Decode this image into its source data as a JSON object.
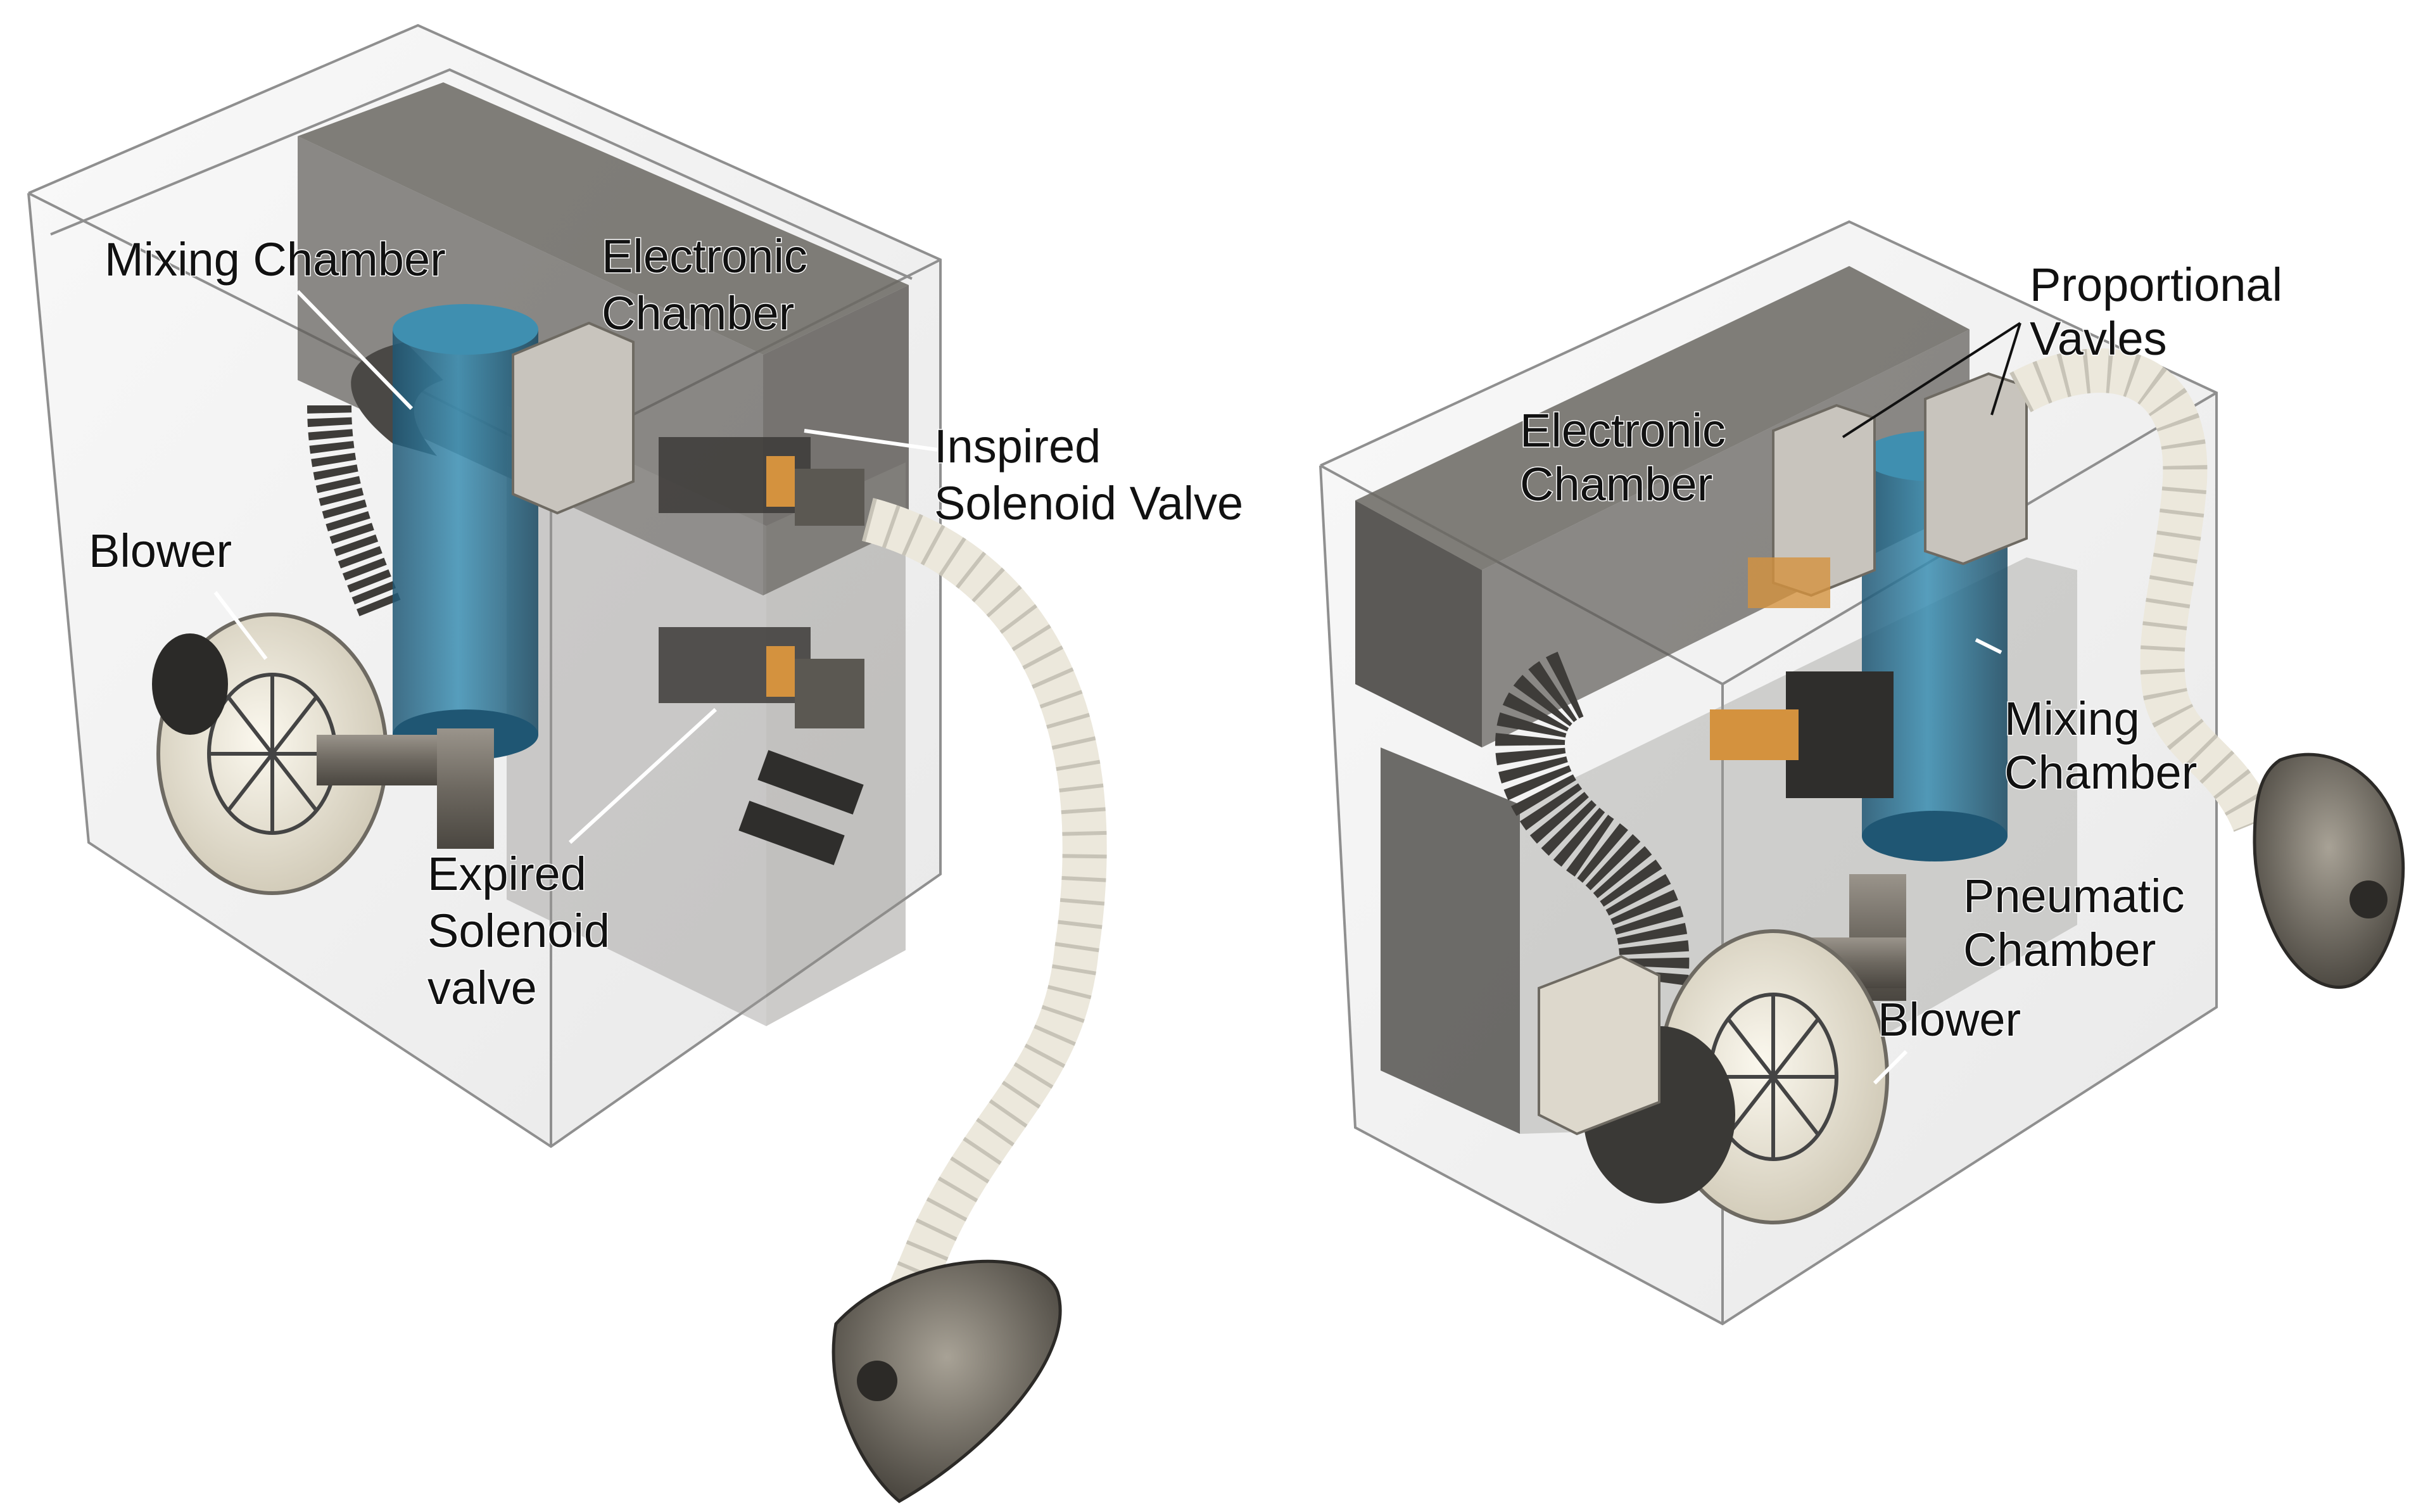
{
  "figure": {
    "left_view": {
      "labels": {
        "mixing_chamber": "Mixing Chamber",
        "electronic_chamber_line1": "Electronic",
        "electronic_chamber_line2": "Chamber",
        "blower": "Blower",
        "inspired_line1": "Inspired",
        "inspired_line2": "Solenoid Valve",
        "expired_line1": "Expired",
        "expired_line2": "Solenoid",
        "expired_line3": "valve"
      }
    },
    "right_view": {
      "labels": {
        "proportional_line1": "Proportional",
        "proportional_line2": "Vavles",
        "electronic_chamber_line1": "Electronic",
        "electronic_chamber_line2": "Chamber",
        "mixing_line1": "Mixing",
        "mixing_line2": "Chamber",
        "pneumatic_line1": "Pneumatic",
        "pneumatic_line2": "Chamber",
        "blower": "Blower"
      }
    }
  },
  "colors": {
    "enclosure_glass": "#d9d9d9",
    "electronic_chamber": "#5d5a55",
    "mixing_chamber": "#2e6f8e",
    "blower_body": "#ece7d8",
    "hose": "#ece8dc",
    "brass_fitting": "#d4923e",
    "mask": "#8a847a"
  }
}
